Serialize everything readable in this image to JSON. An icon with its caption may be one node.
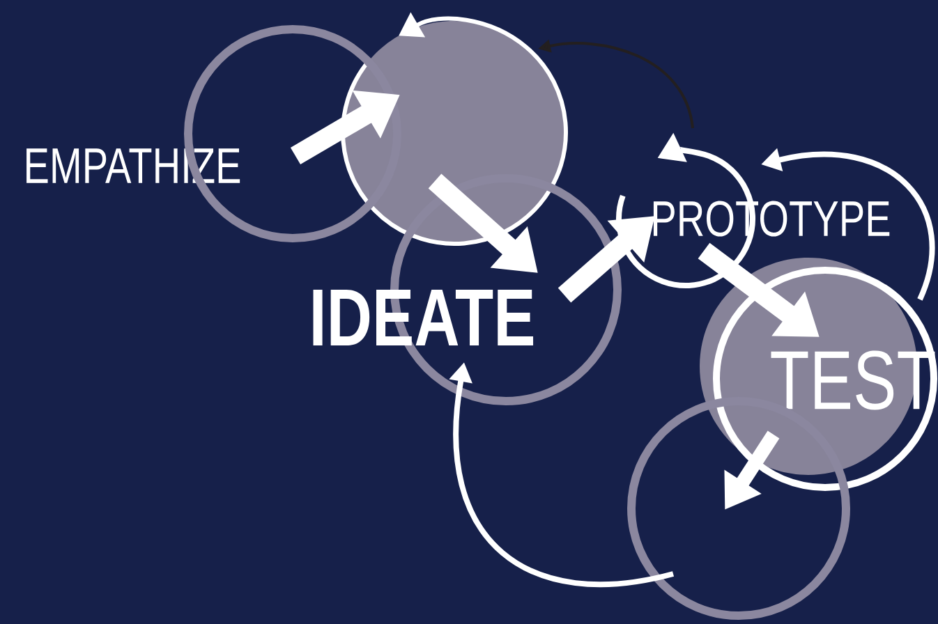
{
  "diagram": {
    "nodes": [
      {
        "text": [
          "EMPATHIZE"
        ]
      },
      {
        "text": [],
        "shape": "circle"
      },
      {
        "text": [],
        "shape": "circle"
      },
      {
        "text": [
          "IDEATE"
        ]
      },
      {
        "text": [
          "PROTOTYPE"
        ]
      },
      {
        "text": [
          "TEST"
        ]
      },
      {
        "text": [],
        "shape": "circle"
      }
    ],
    "edges": [
      {
        "from": 1,
        "to": 2,
        "arrow": "to"
      },
      {
        "from": 2,
        "to": 3,
        "arrow": "to"
      },
      {
        "from": 3,
        "to": 4,
        "arrow": "to"
      },
      {
        "from": 4,
        "to": 5,
        "arrow": "to"
      },
      {
        "from": 5,
        "to": 6,
        "arrow": "to"
      },
      {
        "from": 6,
        "to": 3,
        "arrow": "to"
      },
      {
        "from": 5,
        "to": 4,
        "arrow": "to"
      },
      {
        "from": 4,
        "to": 2,
        "arrow": "to",
        "color": "#231f20"
      }
    ]
  }
}
